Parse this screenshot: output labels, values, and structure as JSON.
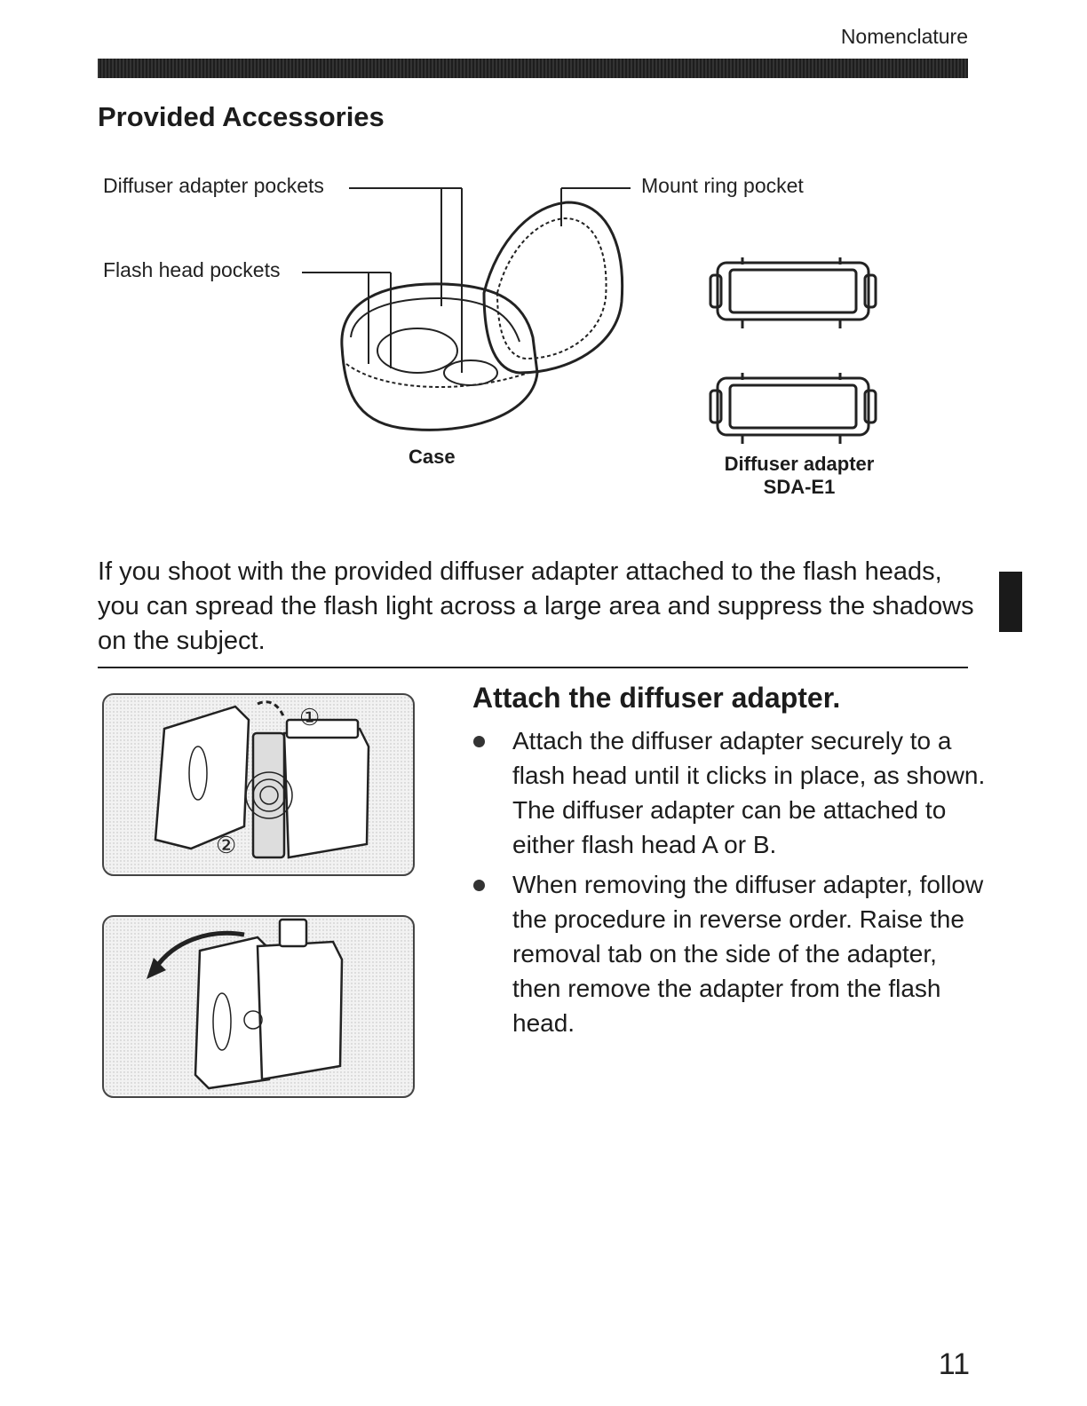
{
  "header": {
    "section_tag": "Nomenclature",
    "title": "Provided Accessories"
  },
  "figure": {
    "labels": {
      "diffuser_adapter_pockets": "Diffuser adapter pockets",
      "flash_head_pockets": "Flash head pockets",
      "mount_ring_pocket": "Mount ring pocket"
    },
    "case_caption": "Case",
    "adapter_caption_line1": "Diffuser adapter",
    "adapter_caption_line2": "SDA-E1"
  },
  "intro_text": "If you shoot with the provided diffuser adapter attached to the flash heads, you can spread the flash light across a large area and suppress the shadows on the subject.",
  "step": {
    "title": "Attach the diffuser adapter.",
    "bullets": [
      {
        "p1": "Attach the diffuser adapter securely to a flash head until it clicks in place, as shown.",
        "p2": "The diffuser adapter can be attached to either flash head A or B."
      },
      {
        "p1": "When removing the diffuser adapter, follow the procedure in reverse order. Raise the removal tab on the side of the adapter, then remove the adapter from the flash head."
      }
    ],
    "step_markers": [
      "①",
      "②"
    ]
  },
  "page_number": "11",
  "icons": [
    "bullet-dot-icon",
    "curved-arrow-icon"
  ]
}
